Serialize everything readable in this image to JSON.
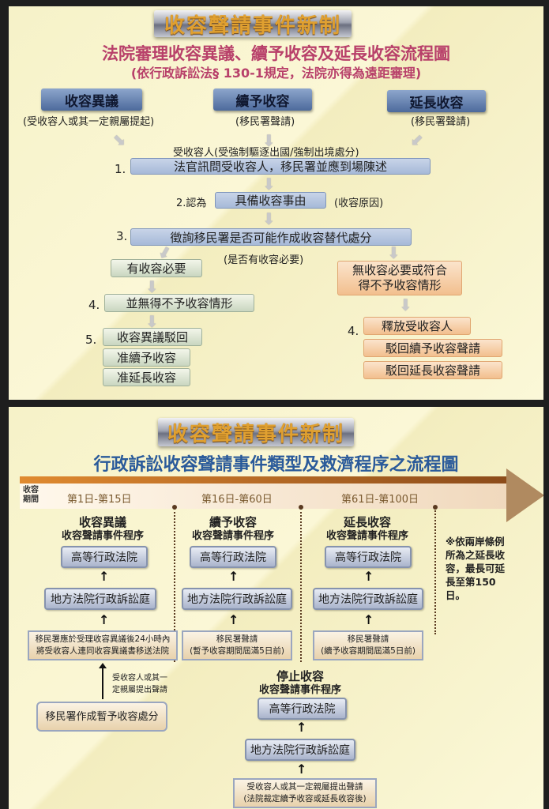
{
  "panel1": {
    "banner": "收容聲請事件新制",
    "title": "法院審理收容異議、續予收容及延長收容流程圖",
    "subtitle": "(依行政訴訟法§ 130-1規定，法院亦得為遠距審理)",
    "types": [
      {
        "label": "收容異議",
        "note": "(受收容人或其一定親屬提起)"
      },
      {
        "label": "續予收容",
        "note": "(移民署聲請)"
      },
      {
        "label": "延長收容",
        "note": "(移民署聲請)"
      }
    ],
    "subject": "受收容人(受強制驅逐出國/強制出境處分)",
    "step1": {
      "num": "1.",
      "text": "法官訊問受收容人，移民署並應到場陳述"
    },
    "step2": {
      "num": "2.認為",
      "text": "具備收容事由",
      "note": "(收容原因)"
    },
    "step3": {
      "num": "3.",
      "text": "徵詢移民署是否可能作成收容替代處分",
      "note": "(是否有收容必要)"
    },
    "left": {
      "need": "有收容必要",
      "step4num": "4.",
      "step4": "並無得不予收容情形",
      "step5num": "5.",
      "results": [
        "收容異議駁回",
        "准續予收容",
        "准延長收容"
      ]
    },
    "right": {
      "noneed": "無收容必要或符合得不予收容情形",
      "step4num": "4.",
      "results": [
        "釋放受收容人",
        "駁回續予收容聲請",
        "駁回延長收容聲請"
      ]
    }
  },
  "panel2": {
    "banner": "收容聲請事件新制",
    "title": "行政訴訟收容聲請事件類型及救濟程序之流程圖",
    "period_label": "收容期間",
    "periods": [
      "第1日-第15日",
      "第16日-第60日",
      "第61日-第100日"
    ],
    "columns": [
      {
        "title": "收容異議",
        "subtitle": "收容聲請事件程序",
        "high": "高等行政法院",
        "local": "地方法院行政訴訟庭",
        "source": [
          "移民署應於受理收容異議後24小時內",
          "將受收容人連同收容異議書移送法院"
        ]
      },
      {
        "title": "續予收容",
        "subtitle": "收容聲請事件程序",
        "high": "高等行政法院",
        "local": "地方法院行政訴訟庭",
        "source": [
          "移民署聲請",
          "(暫予收容期間屆滿5日前)"
        ]
      },
      {
        "title": "延長收容",
        "subtitle": "收容聲請事件程序",
        "high": "高等行政法院",
        "local": "地方法院行政訴訟庭",
        "source": [
          "移民署聲請",
          "(續予收容期間屆滿5日前)"
        ]
      }
    ],
    "note": "※依兩岸條例所為之延長收容，最長可延長至第150日。",
    "objection_origin": {
      "arrow_label": [
        "受收容人或其一",
        "定親屬提出聲請"
      ],
      "box": "移民署作成暫予收容處分"
    },
    "stop": {
      "title": "停止收容",
      "subtitle": "收容聲請事件程序",
      "high": "高等行政法院",
      "local": "地方法院行政訴訟庭",
      "source": [
        "受收容人或其一定親屬提出聲請",
        "(法院裁定續予收容或延長收容後)"
      ]
    }
  }
}
